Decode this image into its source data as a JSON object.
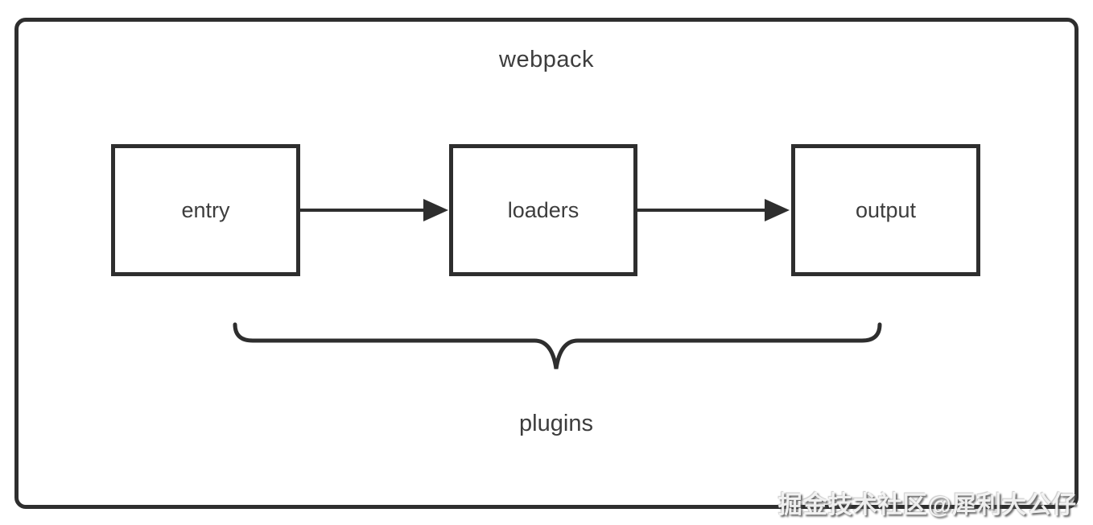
{
  "diagram": {
    "title": "webpack",
    "nodes": [
      {
        "id": "entry",
        "label": "entry"
      },
      {
        "id": "loaders",
        "label": "loaders"
      },
      {
        "id": "output",
        "label": "output"
      }
    ],
    "connections": [
      {
        "from": "entry",
        "to": "loaders"
      },
      {
        "from": "loaders",
        "to": "output"
      }
    ],
    "brace_label": "plugins",
    "colors": {
      "line": "#2e2e2e",
      "text": "#3d3d3d",
      "background": "#ffffff"
    }
  },
  "watermark": {
    "text": "掘金技术社区@犀利大公仔"
  }
}
